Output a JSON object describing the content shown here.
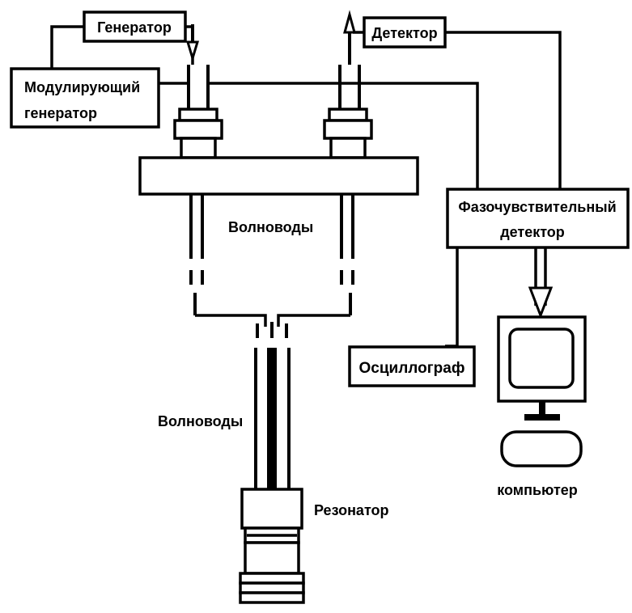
{
  "labels": {
    "generator": "Генератор",
    "detector": "Детектор",
    "modulating_line1": "Модулирующий",
    "modulating_line2": "генератор",
    "waveguides_top": "Волноводы",
    "phase_detector_line1": "Фазочувствительный",
    "phase_detector_line2": "детектор",
    "oscilloscope": "Осциллограф",
    "waveguides_bottom": "Волноводы",
    "resonator": "Резонатор",
    "computer": "компьютер"
  },
  "colors": {
    "ink": "#000000",
    "background": "#ffffff"
  }
}
